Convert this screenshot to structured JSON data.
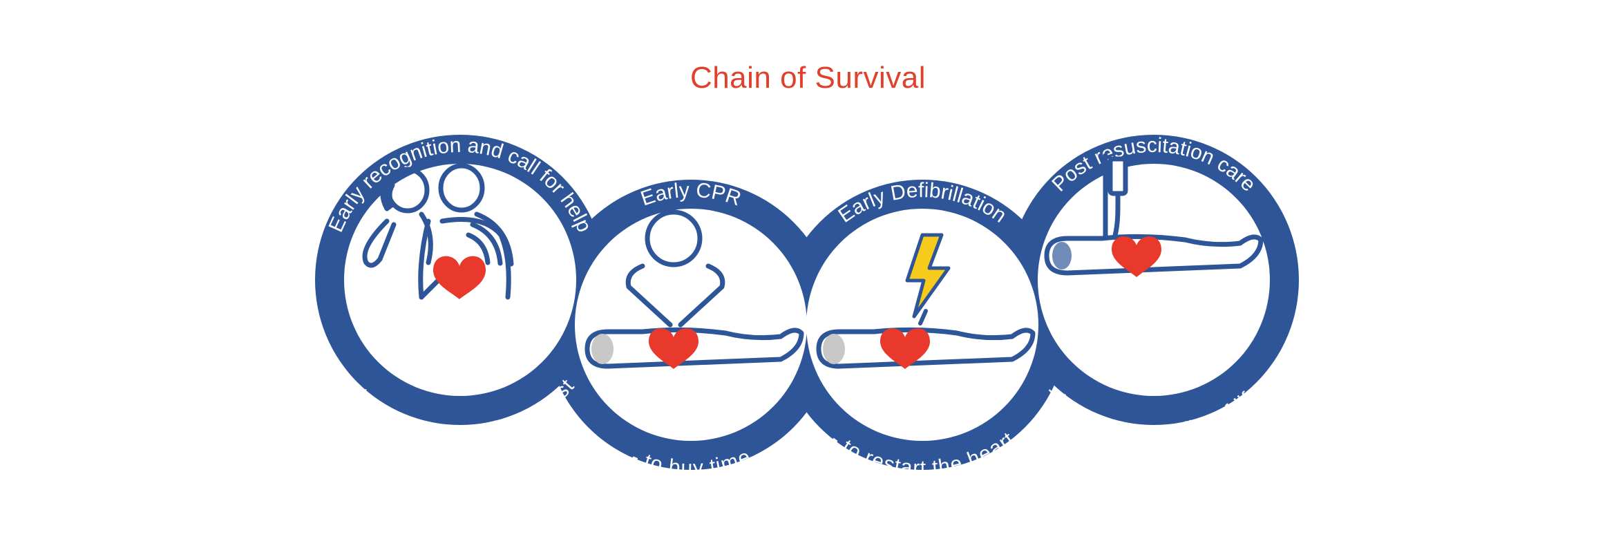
{
  "title": "Chain of Survival",
  "colors": {
    "ring": "#2e5597",
    "heart": "#e8392c",
    "bolt": "#f6cb1b",
    "head": "#c8c8c8",
    "title": "#e0412b"
  },
  "links": [
    {
      "top_label": "Early recognition and call for help",
      "bottom_label": "- to prevent cardiac arrest",
      "icon": "phone-call-heart-icon"
    },
    {
      "top_label": "Early CPR",
      "bottom_label": "- to buy time",
      "icon": "cpr-icon"
    },
    {
      "top_label": "Early Defibrillation",
      "bottom_label": "- to restart the heart",
      "icon": "defibrillation-icon"
    },
    {
      "top_label": "Post resuscitation care",
      "bottom_label": "- to restore quality of life",
      "icon": "iv-drip-patient-icon"
    }
  ]
}
